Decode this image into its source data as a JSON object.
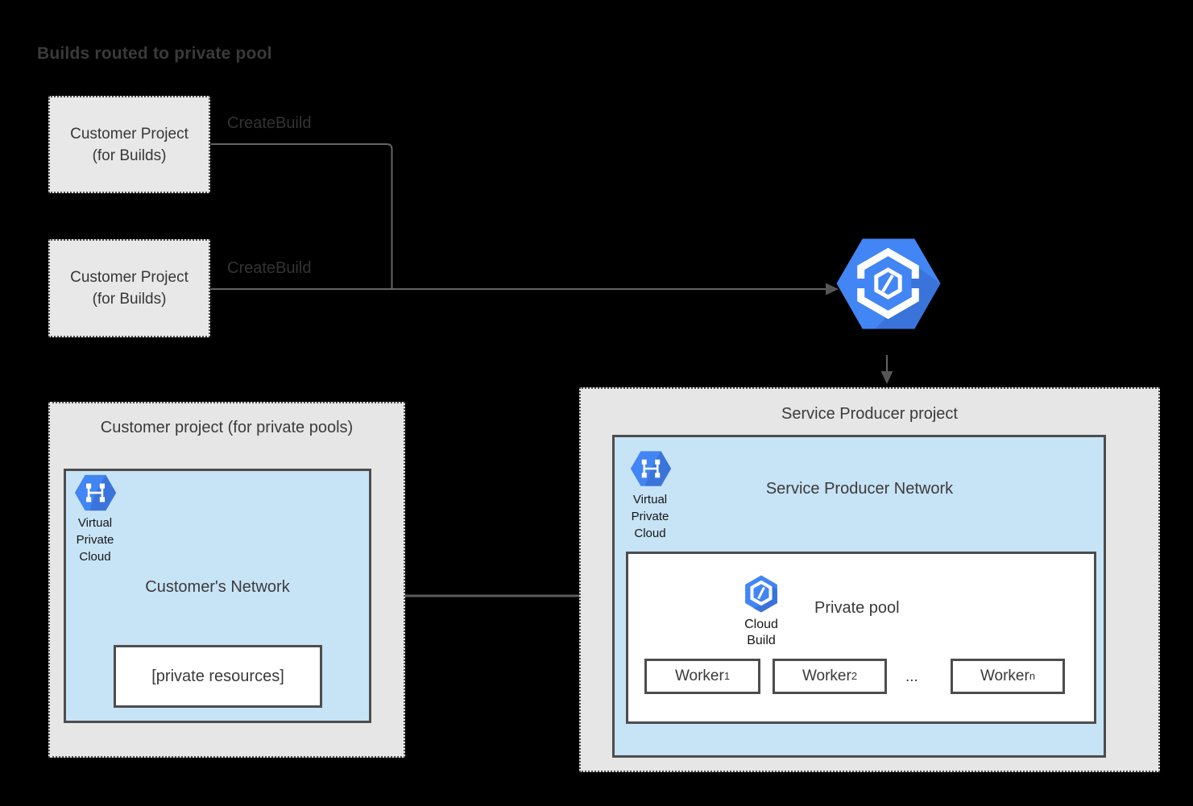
{
  "title": "Builds routed to private pool",
  "colors": {
    "background": "#000000",
    "project_box_fill": "#e8e8e8",
    "network_box_fill": "#c7e3f6",
    "box_border": "#4d4d4d",
    "connector_gray": "#646464",
    "icon_blue": "#4285f4",
    "icon_blue_shade": "#3a74db",
    "text_dark": "#3a3a3a"
  },
  "build_projects": [
    {
      "line1": "Customer Project",
      "line2": "(for Builds)",
      "edge_label": "CreateBuild"
    },
    {
      "line1": "Customer Project",
      "line2": "(for Builds)",
      "edge_label": "CreateBuild"
    }
  ],
  "customer_pool_project": {
    "title": "Customer project (for private pools)",
    "network": {
      "vpc_caption": [
        "Virtual",
        "Private",
        "Cloud"
      ],
      "label": "Customer's Network",
      "resources": "[private resources]"
    }
  },
  "service_producer_project": {
    "title": "Service Producer project",
    "network": {
      "vpc_caption": [
        "Virtual",
        "Private",
        "Cloud"
      ],
      "label": "Service Producer Network",
      "private_pool": {
        "label": "Private pool",
        "cloud_build_caption": [
          "Cloud",
          "Build"
        ],
        "workers": [
          {
            "name": "Worker",
            "sub": "1"
          },
          {
            "name": "Worker",
            "sub": "2"
          },
          {
            "name": "Worker",
            "sub": "n"
          }
        ],
        "ellipsis": "..."
      }
    }
  }
}
